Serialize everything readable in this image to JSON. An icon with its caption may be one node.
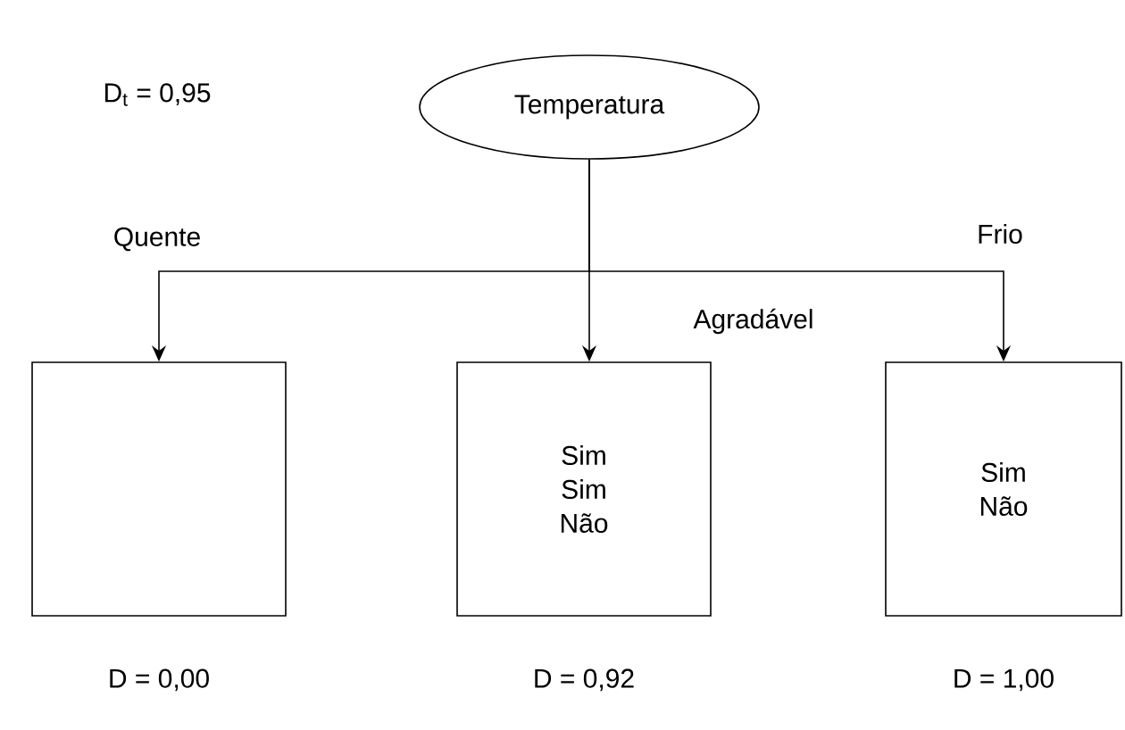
{
  "diagram": {
    "nodes": [
      {
        "text": [
          "Temperatura"
        ]
      },
      {
        "text": [],
        "shape": "box",
        "beside": [
          "D = 0,00"
        ]
      },
      {
        "text": [
          "Sim",
          "Sim",
          "Não"
        ],
        "beside": [
          "D = 0,92"
        ]
      },
      {
        "text": [
          "Sim",
          "Não"
        ],
        "beside": [
          "D = 1,00"
        ]
      }
    ],
    "edges": [
      {
        "from": 0,
        "to": 1,
        "arrow": "to",
        "label": "Quente"
      },
      {
        "from": 0,
        "to": 2,
        "arrow": "to",
        "label": "Agradável"
      },
      {
        "from": 0,
        "to": 3,
        "arrow": "to",
        "label": "Frio"
      }
    ],
    "labels": [
      "D$_{t}$ = 0,95"
    ]
  }
}
